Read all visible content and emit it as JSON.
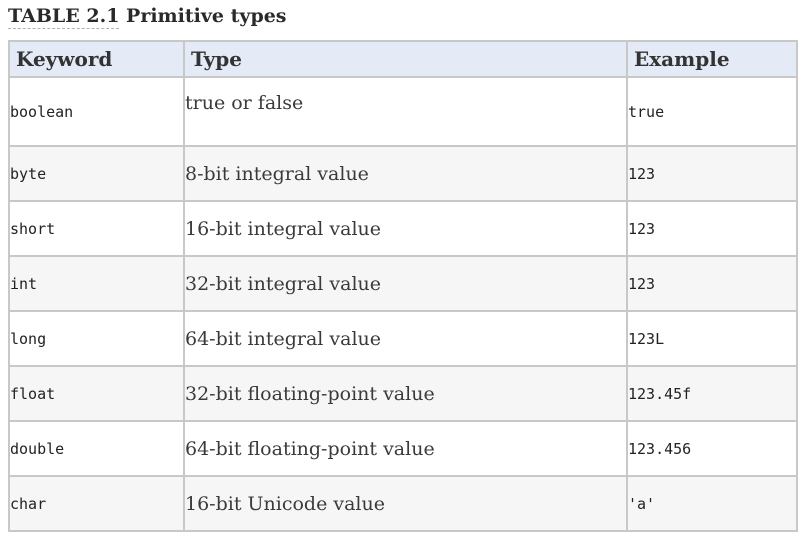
{
  "caption": {
    "label": "TABLE 2.1",
    "title": "Primitive types"
  },
  "table": {
    "headers": [
      "Keyword",
      "Type",
      "Example"
    ],
    "rows": [
      {
        "keyword": "boolean",
        "type": "true or false",
        "example": "true"
      },
      {
        "keyword": "byte",
        "type": "8-bit integral value",
        "example": "123"
      },
      {
        "keyword": "short",
        "type": "16-bit integral value",
        "example": "123"
      },
      {
        "keyword": "int",
        "type": "32-bit integral value",
        "example": "123"
      },
      {
        "keyword": "long",
        "type": "64-bit integral value",
        "example": "123L"
      },
      {
        "keyword": "float",
        "type": "32-bit floating-point value",
        "example": "123.45f"
      },
      {
        "keyword": "double",
        "type": "64-bit floating-point value",
        "example": "123.456"
      },
      {
        "keyword": "char",
        "type": "16-bit Unicode value",
        "example": "'a'"
      }
    ]
  },
  "colors": {
    "header_bg": "#e4ebf7",
    "border": "#c8c8c8",
    "row_alt_bg": "#f6f6f6"
  }
}
